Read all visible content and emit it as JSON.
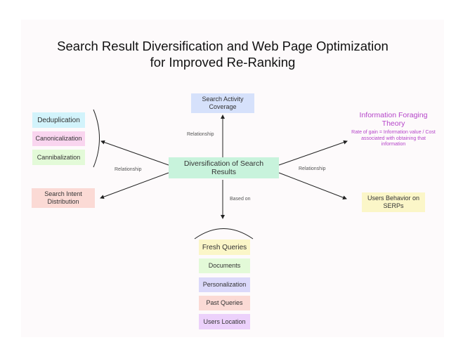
{
  "title": {
    "line1": "Search Result Diversification and Web Page Optimization",
    "line2": "for Improved Re-Ranking"
  },
  "center": {
    "label": "Diversification of Search Results"
  },
  "top_node": {
    "label": "Search Activity Coverage"
  },
  "left_group": {
    "items": [
      {
        "label": "Deduplication"
      },
      {
        "label": "Canonicalization"
      },
      {
        "label": "Cannibalization"
      }
    ]
  },
  "left_bottom": {
    "label": "Search Intent Distribution"
  },
  "right_top": {
    "heading": "Information Foraging Theory",
    "detail": "Rate of gain = Information value / Cost associated with obtaining that information"
  },
  "right_bottom": {
    "label": "Users Behavior on SERPs"
  },
  "bottom_group": {
    "items": [
      {
        "label": "Fresh Queries"
      },
      {
        "label": "Documents"
      },
      {
        "label": "Personalization"
      },
      {
        "label": "Past Queries"
      },
      {
        "label": "Users Location"
      }
    ]
  },
  "edge_labels": {
    "top": "Relationship",
    "left": "Relationship",
    "right": "Relationship",
    "bottom": "Based on"
  },
  "colors": {
    "center": "#c8f3dc",
    "blue": "#d6e1fb",
    "cyan": "#d2f3fb",
    "pink": "#f9d5ef",
    "green": "#e3fad8",
    "salmon": "#fbdad5",
    "yellow": "#fbf6c8",
    "purple": "#ecd1fb",
    "lilac": "#dbd9fa",
    "info": "#b545c9"
  }
}
